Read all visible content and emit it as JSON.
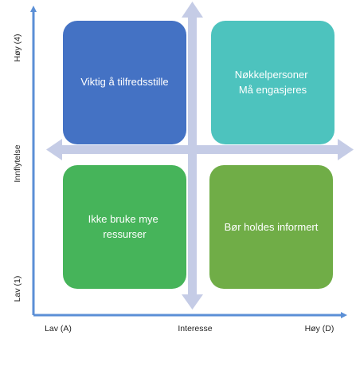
{
  "axes": {
    "y_high": "Høy (4)",
    "y_title": "Innflytelse",
    "y_low": "Lav (1)",
    "x_low": "Lav (A)",
    "x_title": "Interesse",
    "x_high": "Høy (D)"
  },
  "quadrants": {
    "top_left": {
      "lines": [
        "Viktig å tilfredsstille"
      ],
      "color": "#4472C4"
    },
    "top_right": {
      "lines": [
        "Nøkkelpersoner",
        "Må engasjeres"
      ],
      "color": "#4DC3BE"
    },
    "bottom_left": {
      "lines": [
        "Ikke bruke mye",
        "ressurser"
      ],
      "color": "#46B45A"
    },
    "bottom_right": {
      "lines": [
        "Bør holdes informert"
      ],
      "color": "#70AD47"
    }
  },
  "colors": {
    "axis": "#5B8FD6",
    "cross_arrows": "#C5CCE6"
  }
}
